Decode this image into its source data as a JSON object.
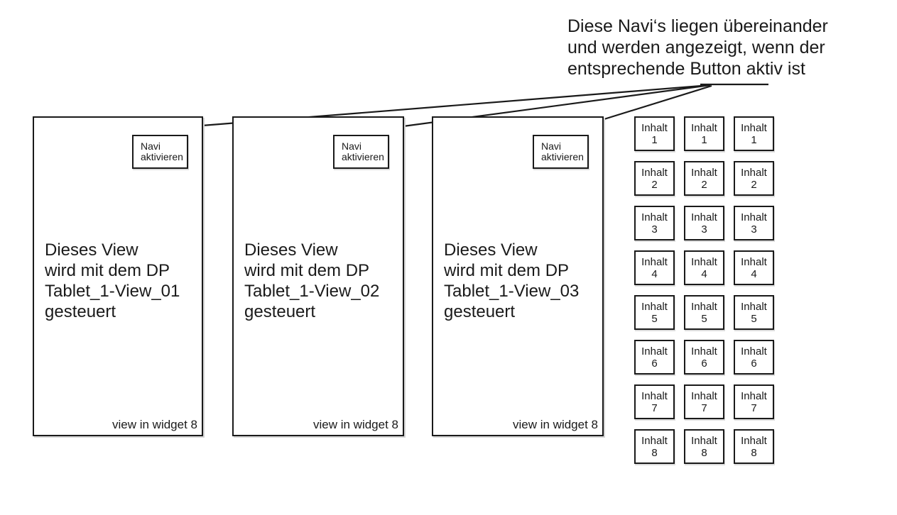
{
  "annotation": {
    "lines": [
      "Diese Navi‘s liegen übereinander",
      "und werden angezeigt, wenn der",
      "entsprechende Button aktiv ist"
    ]
  },
  "panels": [
    {
      "navi_button": {
        "line1": "Navi",
        "line2": "aktivieren"
      },
      "description_lines": [
        "Dieses View",
        "wird mit dem DP",
        "Tablet_1-View_01",
        "gesteuert"
      ],
      "footer": "view in widget 8"
    },
    {
      "navi_button": {
        "line1": "Navi",
        "line2": "aktivieren"
      },
      "description_lines": [
        "Dieses View",
        "wird mit dem DP",
        "Tablet_1-View_02",
        "gesteuert"
      ],
      "footer": "view in widget 8"
    },
    {
      "navi_button": {
        "line1": "Navi",
        "line2": "aktivieren"
      },
      "description_lines": [
        "Dieses View",
        "wird mit dem DP",
        "Tablet_1-View_03",
        "gesteuert"
      ],
      "footer": "view in widget 8"
    }
  ],
  "inhalt": {
    "label": "Inhalt",
    "rows": [
      "1",
      "2",
      "3",
      "4",
      "5",
      "6",
      "7",
      "8"
    ],
    "columns": 3
  },
  "icons": {
    "cursor": "text-ibeam-cursor"
  },
  "colors": {
    "ink": "#1a1a1a",
    "background": "#ffffff"
  }
}
